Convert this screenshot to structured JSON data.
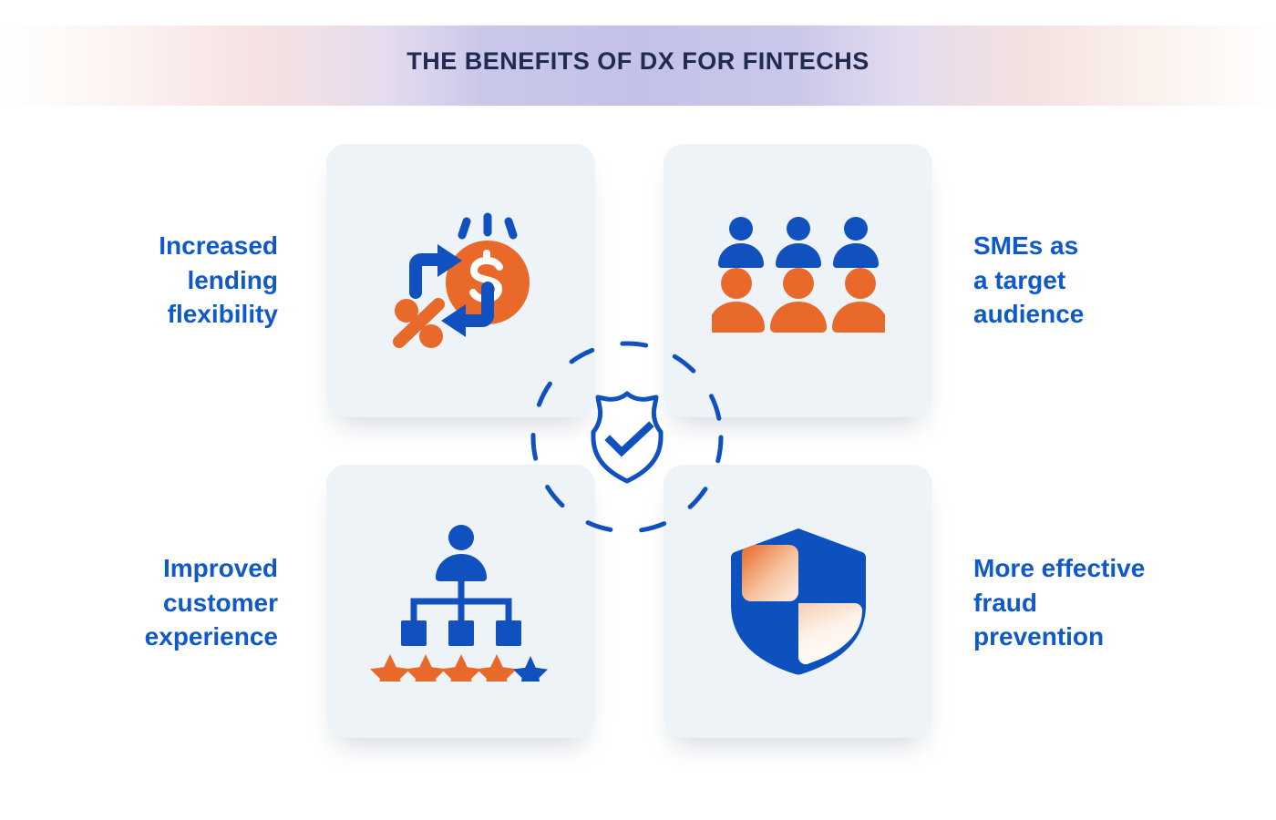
{
  "header": {
    "title": "THE BENEFITS OF DX FOR FINTECHS",
    "gradient_from": "#ffffff",
    "gradient_mid": "#c3c1e8",
    "gradient_to": "#ffffff",
    "title_color": "#212a50"
  },
  "theme": {
    "blue": "#0f59c9",
    "blue_dark": "#1050bf",
    "orange": "#e8692a",
    "card_bg": "#eef3f8",
    "page_bg": "#ffffff"
  },
  "benefits": [
    {
      "id": "increased-lending-flexibility",
      "label": "Increased\nlending\nflexibility",
      "icon": "money-exchange-percent-icon",
      "position": "top-left"
    },
    {
      "id": "smes-as-a-target-audience",
      "label": "SMEs as\na target\naudience",
      "icon": "people-group-icon",
      "position": "top-right"
    },
    {
      "id": "improved-customer-experience",
      "label": "Improved\ncustomer\nexperience",
      "icon": "customer-rating-icon",
      "position": "bottom-left"
    },
    {
      "id": "more-effective-fraud-prevention",
      "label": "More effective\nfraud\nprevention",
      "icon": "shield-quadrant-icon",
      "position": "bottom-right"
    }
  ],
  "center": {
    "icon": "shield-check-icon",
    "ring": "dashed-circle",
    "color": "#0f59c9"
  },
  "rating": {
    "total_stars": 5,
    "filled_orange": 4,
    "filled_blue": 1
  }
}
